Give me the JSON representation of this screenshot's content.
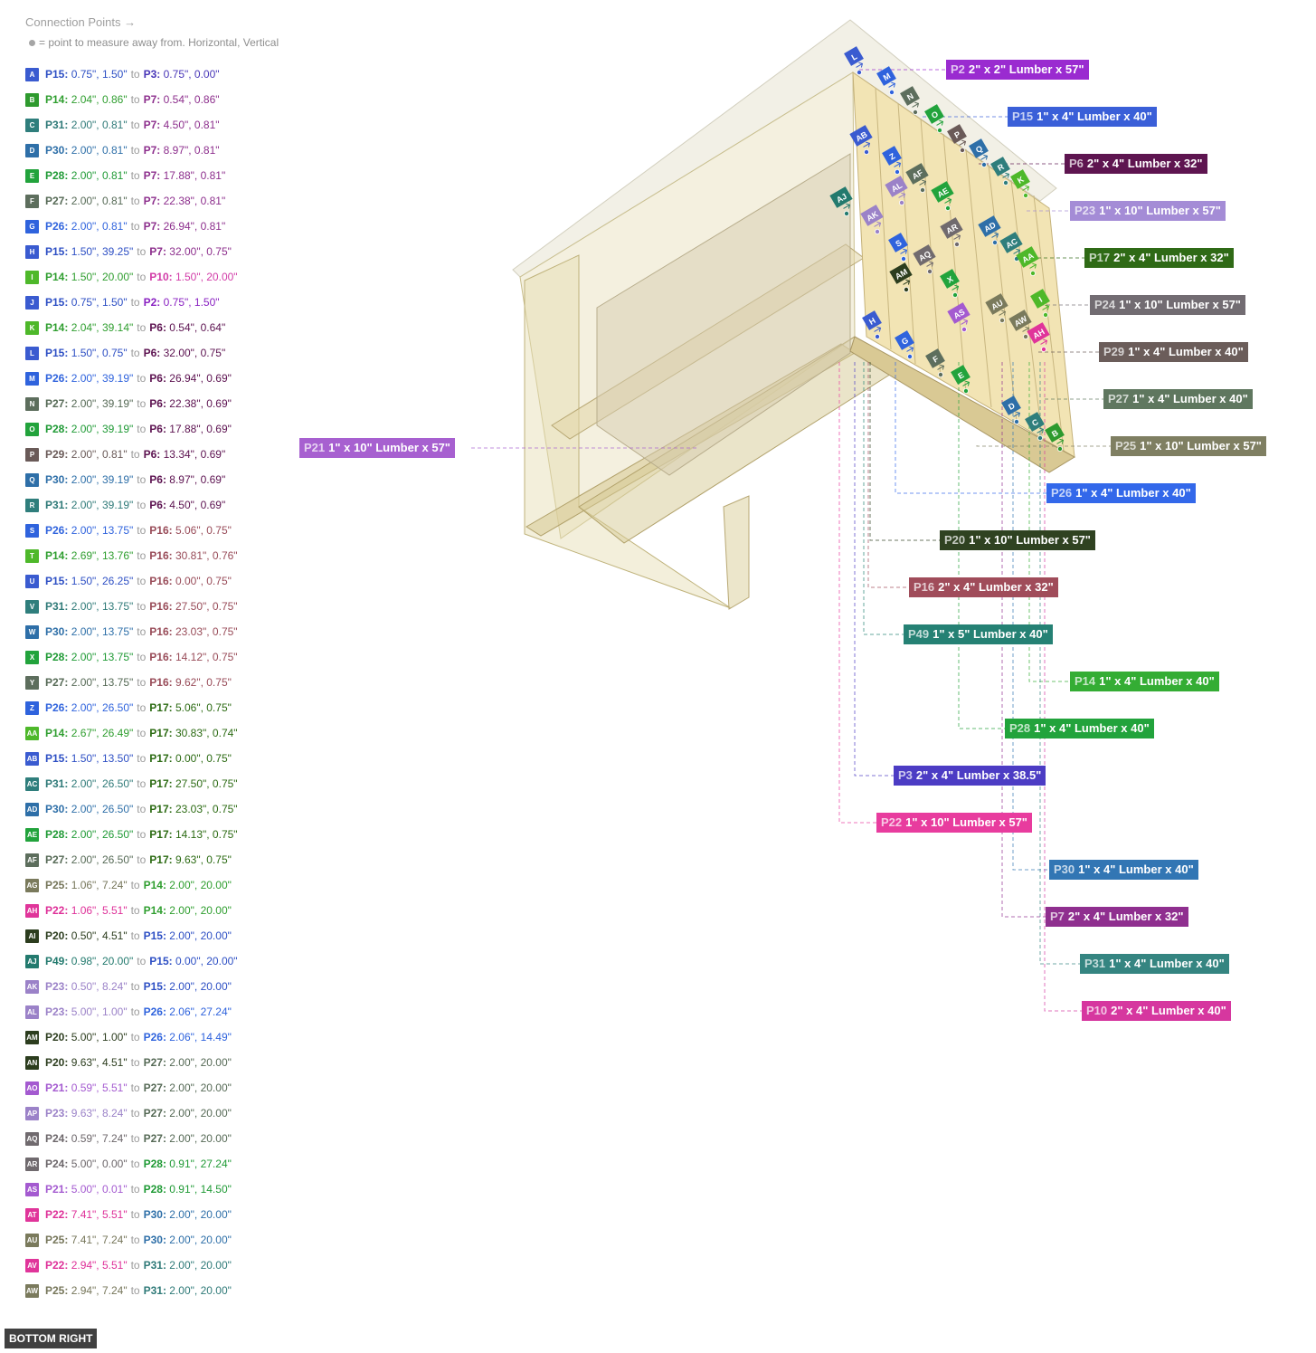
{
  "header": {
    "title": "Connection Points →",
    "subtitle": "= point to measure away from. Horizontal, Vertical"
  },
  "connections": [
    {
      "code": "A",
      "color": "#3a5bd0",
      "p1": {
        "name": "P15",
        "color": "#2d4fc4",
        "coords": "0.75\", 1.50\""
      },
      "p2": {
        "name": "P3",
        "color": "#4836b8",
        "coords": "0.75\", 0.00\""
      }
    },
    {
      "code": "B",
      "color": "#2e9a2e",
      "p1": {
        "name": "P14",
        "color": "#2f9e2f",
        "coords": "2.04\", 0.86\""
      },
      "p2": {
        "name": "P7",
        "color": "#8d2f8d",
        "coords": "0.54\", 0.86\""
      }
    },
    {
      "code": "C",
      "color": "#2f7e7c",
      "p1": {
        "name": "P31",
        "color": "#2f7a78",
        "coords": "2.00\", 0.81\""
      },
      "p2": {
        "name": "P7",
        "color": "#8d2f8d",
        "coords": "4.50\", 0.81\""
      }
    },
    {
      "code": "D",
      "color": "#2e6fa8",
      "p1": {
        "name": "P30",
        "color": "#2e6fa8",
        "coords": "2.00\", 0.81\""
      },
      "p2": {
        "name": "P7",
        "color": "#8d2f8d",
        "coords": "8.97\", 0.81\""
      }
    },
    {
      "code": "E",
      "color": "#22a33c",
      "p1": {
        "name": "P28",
        "color": "#1f9a35",
        "coords": "2.00\", 0.81\""
      },
      "p2": {
        "name": "P7",
        "color": "#8d2f8d",
        "coords": "17.88\", 0.81\""
      }
    },
    {
      "code": "F",
      "color": "#5d6e5d",
      "p1": {
        "name": "P27",
        "color": "#566a56",
        "coords": "2.00\", 0.81\""
      },
      "p2": {
        "name": "P7",
        "color": "#8d2f8d",
        "coords": "22.38\", 0.81\""
      }
    },
    {
      "code": "G",
      "color": "#2f63dd",
      "p1": {
        "name": "P26",
        "color": "#2f63dd",
        "coords": "2.00\", 0.81\""
      },
      "p2": {
        "name": "P7",
        "color": "#8d2f8d",
        "coords": "26.94\", 0.81\""
      }
    },
    {
      "code": "H",
      "color": "#3a5bd0",
      "p1": {
        "name": "P15",
        "color": "#2d4fc4",
        "coords": "1.50\", 39.25\""
      },
      "p2": {
        "name": "P7",
        "color": "#8d2f8d",
        "coords": "32.00\", 0.75\""
      }
    },
    {
      "code": "I",
      "color": "#4eb82a",
      "p1": {
        "name": "P14",
        "color": "#2f9e2f",
        "coords": "1.50\", 20.00\""
      },
      "p2": {
        "name": "P10",
        "color": "#d23ca8",
        "coords": "1.50\", 20.00\""
      }
    },
    {
      "code": "J",
      "color": "#3a5bd0",
      "p1": {
        "name": "P15",
        "color": "#2d4fc4",
        "coords": "0.75\", 1.50\""
      },
      "p2": {
        "name": "P2",
        "color": "#8a22c2",
        "coords": "0.75\", 1.50\""
      }
    },
    {
      "code": "K",
      "color": "#4eb82a",
      "p1": {
        "name": "P14",
        "color": "#2f9e2f",
        "coords": "2.04\", 39.14\""
      },
      "p2": {
        "name": "P6",
        "color": "#5c1250",
        "coords": "0.54\", 0.64\""
      }
    },
    {
      "code": "L",
      "color": "#3a5bd0",
      "p1": {
        "name": "P15",
        "color": "#2d4fc4",
        "coords": "1.50\", 0.75\""
      },
      "p2": {
        "name": "P6",
        "color": "#5c1250",
        "coords": "32.00\", 0.75\""
      }
    },
    {
      "code": "M",
      "color": "#2f63dd",
      "p1": {
        "name": "P26",
        "color": "#2f63dd",
        "coords": "2.00\", 39.19\""
      },
      "p2": {
        "name": "P6",
        "color": "#5c1250",
        "coords": "26.94\", 0.69\""
      }
    },
    {
      "code": "N",
      "color": "#5d6e5d",
      "p1": {
        "name": "P27",
        "color": "#566a56",
        "coords": "2.00\", 39.19\""
      },
      "p2": {
        "name": "P6",
        "color": "#5c1250",
        "coords": "22.38\", 0.69\""
      }
    },
    {
      "code": "O",
      "color": "#22a33c",
      "p1": {
        "name": "P28",
        "color": "#1f9a35",
        "coords": "2.00\", 39.19\""
      },
      "p2": {
        "name": "P6",
        "color": "#5c1250",
        "coords": "17.88\", 0.69\""
      }
    },
    {
      "code": "P",
      "color": "#6a5a58",
      "p1": {
        "name": "P29",
        "color": "#6a5a58",
        "coords": "2.00\", 0.81\""
      },
      "p2": {
        "name": "P6",
        "color": "#5c1250",
        "coords": "13.34\", 0.69\""
      }
    },
    {
      "code": "Q",
      "color": "#2e6fa8",
      "p1": {
        "name": "P30",
        "color": "#2e6fa8",
        "coords": "2.00\", 39.19\""
      },
      "p2": {
        "name": "P6",
        "color": "#5c1250",
        "coords": "8.97\", 0.69\""
      }
    },
    {
      "code": "R",
      "color": "#2f7e7c",
      "p1": {
        "name": "P31",
        "color": "#2f7a78",
        "coords": "2.00\", 39.19\""
      },
      "p2": {
        "name": "P6",
        "color": "#5c1250",
        "coords": "4.50\", 0.69\""
      }
    },
    {
      "code": "S",
      "color": "#2f63dd",
      "p1": {
        "name": "P26",
        "color": "#2f63dd",
        "coords": "2.00\", 13.75\""
      },
      "p2": {
        "name": "P16",
        "color": "#984b58",
        "coords": "5.06\", 0.75\""
      }
    },
    {
      "code": "T",
      "color": "#4eb82a",
      "p1": {
        "name": "P14",
        "color": "#2f9e2f",
        "coords": "2.69\", 13.76\""
      },
      "p2": {
        "name": "P16",
        "color": "#984b58",
        "coords": "30.81\", 0.76\""
      }
    },
    {
      "code": "U",
      "color": "#3a5bd0",
      "p1": {
        "name": "P15",
        "color": "#2d4fc4",
        "coords": "1.50\", 26.25\""
      },
      "p2": {
        "name": "P16",
        "color": "#984b58",
        "coords": "0.00\", 0.75\""
      }
    },
    {
      "code": "V",
      "color": "#2f7e7c",
      "p1": {
        "name": "P31",
        "color": "#2f7a78",
        "coords": "2.00\", 13.75\""
      },
      "p2": {
        "name": "P16",
        "color": "#984b58",
        "coords": "27.50\", 0.75\""
      }
    },
    {
      "code": "W",
      "color": "#2e6fa8",
      "p1": {
        "name": "P30",
        "color": "#2e6fa8",
        "coords": "2.00\", 13.75\""
      },
      "p2": {
        "name": "P16",
        "color": "#984b58",
        "coords": "23.03\", 0.75\""
      }
    },
    {
      "code": "X",
      "color": "#22a33c",
      "p1": {
        "name": "P28",
        "color": "#1f9a35",
        "coords": "2.00\", 13.75\""
      },
      "p2": {
        "name": "P16",
        "color": "#984b58",
        "coords": "14.12\", 0.75\""
      }
    },
    {
      "code": "Y",
      "color": "#5d6e5d",
      "p1": {
        "name": "P27",
        "color": "#566a56",
        "coords": "2.00\", 13.75\""
      },
      "p2": {
        "name": "P16",
        "color": "#984b58",
        "coords": "9.62\", 0.75\""
      }
    },
    {
      "code": "Z",
      "color": "#2f63dd",
      "p1": {
        "name": "P26",
        "color": "#2f63dd",
        "coords": "2.00\", 26.50\""
      },
      "p2": {
        "name": "P17",
        "color": "#2b6a12",
        "coords": "5.06\", 0.75\""
      }
    },
    {
      "code": "AA",
      "color": "#4eb82a",
      "p1": {
        "name": "P14",
        "color": "#2f9e2f",
        "coords": "2.67\", 26.49\""
      },
      "p2": {
        "name": "P17",
        "color": "#2b6a12",
        "coords": "30.83\", 0.74\""
      }
    },
    {
      "code": "AB",
      "color": "#3a5bd0",
      "p1": {
        "name": "P15",
        "color": "#2d4fc4",
        "coords": "1.50\", 13.50\""
      },
      "p2": {
        "name": "P17",
        "color": "#2b6a12",
        "coords": "0.00\", 0.75\""
      }
    },
    {
      "code": "AC",
      "color": "#2f7e7c",
      "p1": {
        "name": "P31",
        "color": "#2f7a78",
        "coords": "2.00\", 26.50\""
      },
      "p2": {
        "name": "P17",
        "color": "#2b6a12",
        "coords": "27.50\", 0.75\""
      }
    },
    {
      "code": "AD",
      "color": "#2e6fa8",
      "p1": {
        "name": "P30",
        "color": "#2e6fa8",
        "coords": "2.00\", 26.50\""
      },
      "p2": {
        "name": "P17",
        "color": "#2b6a12",
        "coords": "23.03\", 0.75\""
      }
    },
    {
      "code": "AE",
      "color": "#22a33c",
      "p1": {
        "name": "P28",
        "color": "#1f9a35",
        "coords": "2.00\", 26.50\""
      },
      "p2": {
        "name": "P17",
        "color": "#2b6a12",
        "coords": "14.13\", 0.75\""
      }
    },
    {
      "code": "AF",
      "color": "#5d6e5d",
      "p1": {
        "name": "P27",
        "color": "#566a56",
        "coords": "2.00\", 26.50\""
      },
      "p2": {
        "name": "P17",
        "color": "#2b6a12",
        "coords": "9.63\", 0.75\""
      }
    },
    {
      "code": "AG",
      "color": "#7a7a5c",
      "p1": {
        "name": "P25",
        "color": "#76765a",
        "coords": "1.06\", 7.24\""
      },
      "p2": {
        "name": "P14",
        "color": "#2f9e2f",
        "coords": "2.00\", 20.00\""
      }
    },
    {
      "code": "AH",
      "color": "#e0359a",
      "p1": {
        "name": "P22",
        "color": "#de2f98",
        "coords": "1.06\", 5.51\""
      },
      "p2": {
        "name": "P14",
        "color": "#2f9e2f",
        "coords": "2.00\", 20.00\""
      }
    },
    {
      "code": "AI",
      "color": "#2c3d1e",
      "p1": {
        "name": "P20",
        "color": "#2c3d1e",
        "coords": "0.50\", 4.51\""
      },
      "p2": {
        "name": "P15",
        "color": "#2d4fc4",
        "coords": "2.00\", 20.00\""
      }
    },
    {
      "code": "AJ",
      "color": "#237a6e",
      "p1": {
        "name": "P49",
        "color": "#237a6e",
        "coords": "0.98\", 20.00\""
      },
      "p2": {
        "name": "P15",
        "color": "#2d4fc4",
        "coords": "0.00\", 20.00\""
      }
    },
    {
      "code": "AK",
      "color": "#9b82c8",
      "p1": {
        "name": "P23",
        "color": "#9b82c8",
        "coords": "0.50\", 8.24\""
      },
      "p2": {
        "name": "P15",
        "color": "#2d4fc4",
        "coords": "2.00\", 20.00\""
      }
    },
    {
      "code": "AL",
      "color": "#9b82c8",
      "p1": {
        "name": "P23",
        "color": "#9b82c8",
        "coords": "5.00\", 1.00\""
      },
      "p2": {
        "name": "P26",
        "color": "#2f63dd",
        "coords": "2.06\", 27.24\""
      }
    },
    {
      "code": "AM",
      "color": "#2c3d1e",
      "p1": {
        "name": "P20",
        "color": "#2c3d1e",
        "coords": "5.00\", 1.00\""
      },
      "p2": {
        "name": "P26",
        "color": "#2f63dd",
        "coords": "2.06\", 14.49\""
      }
    },
    {
      "code": "AN",
      "color": "#2c3d1e",
      "p1": {
        "name": "P20",
        "color": "#2c3d1e",
        "coords": "9.63\", 4.51\""
      },
      "p2": {
        "name": "P27",
        "color": "#566a56",
        "coords": "2.00\", 20.00\""
      }
    },
    {
      "code": "AO",
      "color": "#a45ad0",
      "p1": {
        "name": "P21",
        "color": "#a45ad0",
        "coords": "0.59\", 5.51\""
      },
      "p2": {
        "name": "P27",
        "color": "#566a56",
        "coords": "2.00\", 20.00\""
      }
    },
    {
      "code": "AP",
      "color": "#9b82c8",
      "p1": {
        "name": "P23",
        "color": "#9b82c8",
        "coords": "9.63\", 8.24\""
      },
      "p2": {
        "name": "P27",
        "color": "#566a56",
        "coords": "2.00\", 20.00\""
      }
    },
    {
      "code": "AQ",
      "color": "#706a6e",
      "p1": {
        "name": "P24",
        "color": "#6c666a",
        "coords": "0.59\", 7.24\""
      },
      "p2": {
        "name": "P27",
        "color": "#566a56",
        "coords": "2.00\", 20.00\""
      }
    },
    {
      "code": "AR",
      "color": "#706a6e",
      "p1": {
        "name": "P24",
        "color": "#6c666a",
        "coords": "5.00\", 0.00\""
      },
      "p2": {
        "name": "P28",
        "color": "#1f9a35",
        "coords": "0.91\", 27.24\""
      }
    },
    {
      "code": "AS",
      "color": "#a45ad0",
      "p1": {
        "name": "P21",
        "color": "#a45ad0",
        "coords": "5.00\", 0.01\""
      },
      "p2": {
        "name": "P28",
        "color": "#1f9a35",
        "coords": "0.91\", 14.50\""
      }
    },
    {
      "code": "AT",
      "color": "#e0359a",
      "p1": {
        "name": "P22",
        "color": "#de2f98",
        "coords": "7.41\", 5.51\""
      },
      "p2": {
        "name": "P30",
        "color": "#2e6fa8",
        "coords": "2.00\", 20.00\""
      }
    },
    {
      "code": "AU",
      "color": "#7a7a5c",
      "p1": {
        "name": "P25",
        "color": "#76765a",
        "coords": "7.41\", 7.24\""
      },
      "p2": {
        "name": "P30",
        "color": "#2e6fa8",
        "coords": "2.00\", 20.00\""
      }
    },
    {
      "code": "AV",
      "color": "#e0359a",
      "p1": {
        "name": "P22",
        "color": "#de2f98",
        "coords": "2.94\", 5.51\""
      },
      "p2": {
        "name": "P31",
        "color": "#2f7a78",
        "coords": "2.00\", 20.00\""
      }
    },
    {
      "code": "AW",
      "color": "#7a7a5c",
      "p1": {
        "name": "P25",
        "color": "#76765a",
        "coords": "2.94\", 7.24\""
      },
      "p2": {
        "name": "P31",
        "color": "#2f7a78",
        "coords": "2.00\", 20.00\""
      }
    }
  ],
  "to_word": "to",
  "part_labels": [
    {
      "id": "P2",
      "desc": "2\" x 2\" Lumber x 57\"",
      "color": "#9a2bd0"
    },
    {
      "id": "P15",
      "desc": "1\" x 4\" Lumber  x 40\"",
      "color": "#3a5fd8"
    },
    {
      "id": "P6",
      "desc": "2\" x 4\" Lumber  x 32\"",
      "color": "#5e1550"
    },
    {
      "id": "P23",
      "desc": "1\" x 10\" Lumber  x 57\"",
      "color": "#a48cd6"
    },
    {
      "id": "P17",
      "desc": "2\" x 4\" Lumber  x 32\"",
      "color": "#2f6a16"
    },
    {
      "id": "P24",
      "desc": "1\" x 10\" Lumber  x 57\"",
      "color": "#726c72"
    },
    {
      "id": "P29",
      "desc": "1\" x 4\" Lumber  x 40\"",
      "color": "#6b5d5a"
    },
    {
      "id": "P27",
      "desc": "1\" x 4\" Lumber  x 40\"",
      "color": "#5f775f"
    },
    {
      "id": "P21",
      "desc": "1\" x 10\" Lumber  x 57\"",
      "color": "#a760d0"
    },
    {
      "id": "P25",
      "desc": "1\" x 10\" Lumber  x 57\"",
      "color": "#7f7f62"
    },
    {
      "id": "P26",
      "desc": "1\" x 4\" Lumber  x 40\"",
      "color": "#3368ea"
    },
    {
      "id": "P20",
      "desc": "1\" x 10\" Lumber  x 57\"",
      "color": "#2f4221"
    },
    {
      "id": "P16",
      "desc": "2\" x 4\" Lumber  x 32\"",
      "color": "#a04c5a"
    },
    {
      "id": "P49",
      "desc": "1\" x 5\" Lumber x 40\"",
      "color": "#258174"
    },
    {
      "id": "P14",
      "desc": "1\" x 4\" Lumber  x 40\"",
      "color": "#34ad34"
    },
    {
      "id": "P28",
      "desc": "1\" x 4\" Lumber  x 40\"",
      "color": "#22a33c"
    },
    {
      "id": "P3",
      "desc": "2\" x 4\" Lumber  x 38.5\"",
      "color": "#4c3cc4"
    },
    {
      "id": "P22",
      "desc": "1\" x 10\" Lumber  x 57\"",
      "color": "#e83c9e"
    },
    {
      "id": "P30",
      "desc": "1\" x 4\" Lumber  x 40\"",
      "color": "#3276b4"
    },
    {
      "id": "P7",
      "desc": "2\" x 4\" Lumber  x 32\"",
      "color": "#8f2f8f"
    },
    {
      "id": "P31",
      "desc": "1\" x 4\" Lumber  x 40\"",
      "color": "#358581"
    },
    {
      "id": "P10",
      "desc": "2\" x 4\" Lumber  x 40\"",
      "color": "#d6379f"
    }
  ],
  "model_badges": [
    {
      "code": "L",
      "color": "#3a5bd0"
    },
    {
      "code": "M",
      "color": "#2f63dd"
    },
    {
      "code": "N",
      "color": "#5d6e5d"
    },
    {
      "code": "O",
      "color": "#22a33c"
    },
    {
      "code": "P",
      "color": "#6a5a58"
    },
    {
      "code": "Q",
      "color": "#2e6fa8"
    },
    {
      "code": "R",
      "color": "#2f7e7c"
    },
    {
      "code": "K",
      "color": "#4eb82a"
    },
    {
      "code": "AB",
      "color": "#3a5bd0"
    },
    {
      "code": "Z",
      "color": "#2f63dd"
    },
    {
      "code": "AF",
      "color": "#5d6e5d"
    },
    {
      "code": "AL",
      "color": "#9b82c8"
    },
    {
      "code": "AE",
      "color": "#22a33c"
    },
    {
      "code": "AJ",
      "color": "#237a6e"
    },
    {
      "code": "AK",
      "color": "#9b82c8"
    },
    {
      "code": "AR",
      "color": "#706a6e"
    },
    {
      "code": "AD",
      "color": "#2e6fa8"
    },
    {
      "code": "AC",
      "color": "#2f7e7c"
    },
    {
      "code": "AA",
      "color": "#4eb82a"
    },
    {
      "code": "S",
      "color": "#2f63dd"
    },
    {
      "code": "AQ",
      "color": "#706a6e"
    },
    {
      "code": "AM",
      "color": "#2c3d1e"
    },
    {
      "code": "X",
      "color": "#22a33c"
    },
    {
      "code": "I",
      "color": "#4eb82a"
    },
    {
      "code": "AU",
      "color": "#7a7a5c"
    },
    {
      "code": "AS",
      "color": "#a45ad0"
    },
    {
      "code": "AW",
      "color": "#7a7a5c"
    },
    {
      "code": "AH",
      "color": "#e0359a"
    },
    {
      "code": "H",
      "color": "#3a5bd0"
    },
    {
      "code": "G",
      "color": "#2f63dd"
    },
    {
      "code": "F",
      "color": "#5d6e5d"
    },
    {
      "code": "E",
      "color": "#22a33c"
    },
    {
      "code": "D",
      "color": "#2e6fa8"
    },
    {
      "code": "C",
      "color": "#2f7e7c"
    },
    {
      "code": "B",
      "color": "#2e9a2e"
    }
  ],
  "bottom_button": "BOTTOM RIGHT"
}
